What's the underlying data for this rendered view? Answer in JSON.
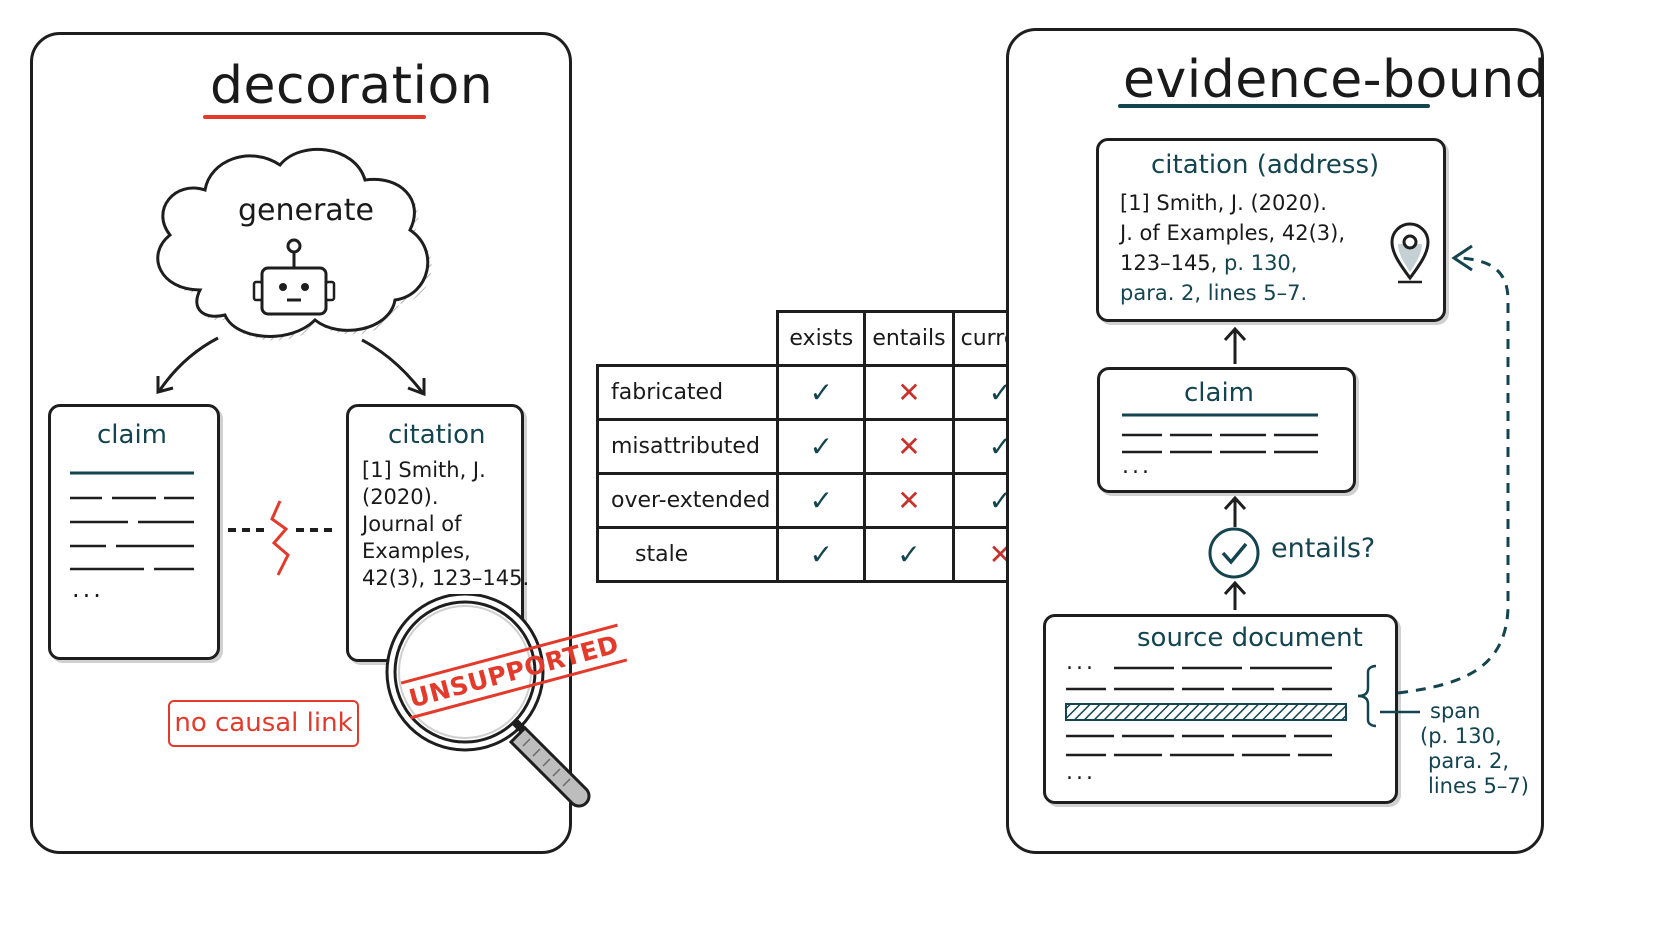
{
  "left_panel": {
    "title": "decoration",
    "generate_label": "generate",
    "claim_card": {
      "title": "claim",
      "ellipsis": "..."
    },
    "citation_card": {
      "title": "citation",
      "lines": [
        "[1] Smith, J.",
        "(2020).",
        "Journal of",
        "Examples,",
        "42(3), 123–145."
      ]
    },
    "stamp": "UNSUPPORTED",
    "no_link_label": "no causal link"
  },
  "matrix": {
    "columns": [
      "exists",
      "entails",
      "current"
    ],
    "rows": [
      {
        "label": "fabricated",
        "values": [
          "check",
          "cross",
          "check"
        ]
      },
      {
        "label": "misattributed",
        "values": [
          "check",
          "cross",
          "check"
        ]
      },
      {
        "label": "over-extended",
        "values": [
          "check",
          "cross",
          "check"
        ]
      },
      {
        "label": "stale",
        "values": [
          "check",
          "check",
          "cross"
        ]
      }
    ]
  },
  "right_panel": {
    "title": "evidence-bound",
    "citation_card": {
      "title": "citation (address)",
      "lines": [
        "[1] Smith, J. (2020).",
        "J. of Examples, 42(3),"
      ],
      "line3_start": "123–145,",
      "line3_highlight": "p. 130,",
      "line4_highlight": "para. 2, lines 5–7."
    },
    "claim_card": {
      "title": "claim",
      "ellipsis": "..."
    },
    "entails_label": "entails?",
    "source_card": {
      "title": "source document",
      "ellipsis_top": "...",
      "ellipsis_bottom": "..."
    },
    "span_label": [
      "span",
      "(p. 130,",
      "para. 2,",
      "lines 5–7)"
    ]
  },
  "colors": {
    "accent_red": "#e43a2b",
    "accent_teal": "#13444f",
    "ink": "#1e1e1e"
  }
}
